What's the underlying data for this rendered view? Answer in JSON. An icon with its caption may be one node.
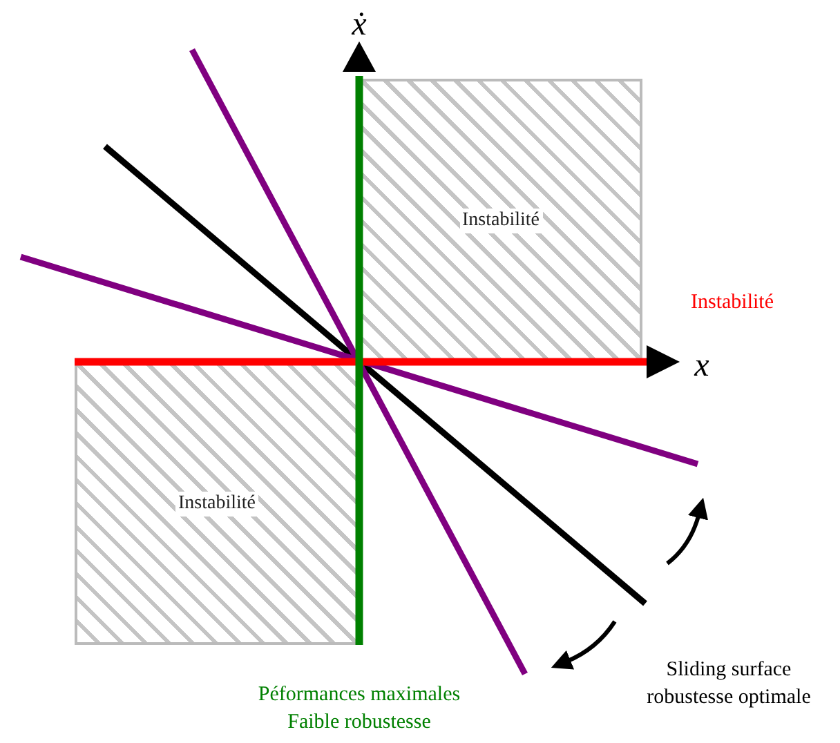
{
  "diagram": {
    "nodes": [
      {
        "text": [
          "Instabilité"
        ]
      },
      {
        "text": [
          "Instabilité"
        ]
      }
    ],
    "labels": [
      "ẋ",
      "Instabilité",
      "x",
      "Péformances maximales Faible robustesse",
      "Sliding surface robustesse optimale"
    ]
  }
}
